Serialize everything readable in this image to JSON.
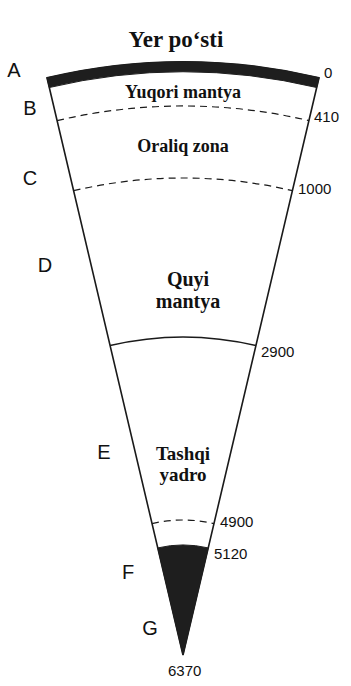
{
  "diagram": {
    "nodes": [
      {
        "text": [
          "Yer poʻsti"
        ]
      },
      {
        "text": [
          "Yuqori mantya"
        ]
      },
      {
        "text": [
          "Oraliq zona"
        ]
      },
      {
        "text": [
          "Quyi mantya"
        ]
      },
      {
        "text": [
          "Tashqi yadro"
        ]
      }
    ],
    "labels": [
      "A",
      "B",
      "C",
      "D",
      "E",
      "F",
      "G",
      "0",
      "410",
      "1000",
      "2900",
      "4900",
      "5120",
      "6370"
    ]
  }
}
